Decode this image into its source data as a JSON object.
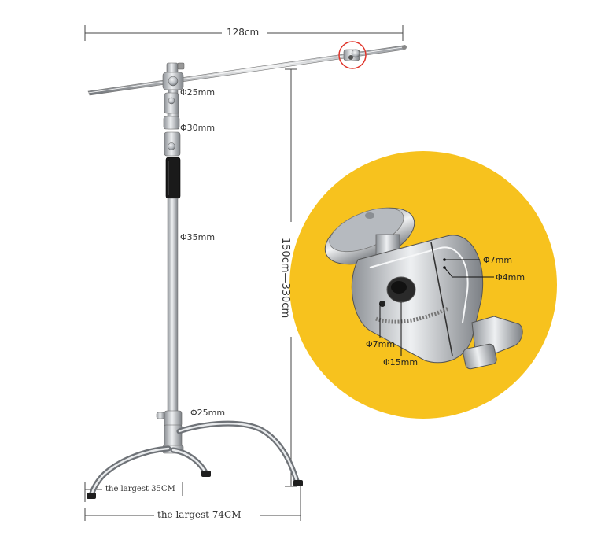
{
  "dimensions": {
    "boom_length": "128cm",
    "height_range": "150cm—330cm",
    "leg_span_small": "the largest 35CM",
    "leg_span_large": "the largest 74CM"
  },
  "tube_diameters": {
    "top": "Φ25mm",
    "upper": "Φ30mm",
    "middle": "Φ35mm",
    "base": "Φ25mm"
  },
  "clamp_detail": {
    "hole_top": "Φ7mm",
    "slot": "Φ4mm",
    "hole_left": "Φ7mm",
    "main_hole": "Φ15mm"
  },
  "colors": {
    "highlight_circle": "#F7C21E",
    "dimension_line": "#444444",
    "chrome": "#BFC3C7",
    "grip": "#1a1a1a",
    "callout_ring": "#E0342A"
  }
}
